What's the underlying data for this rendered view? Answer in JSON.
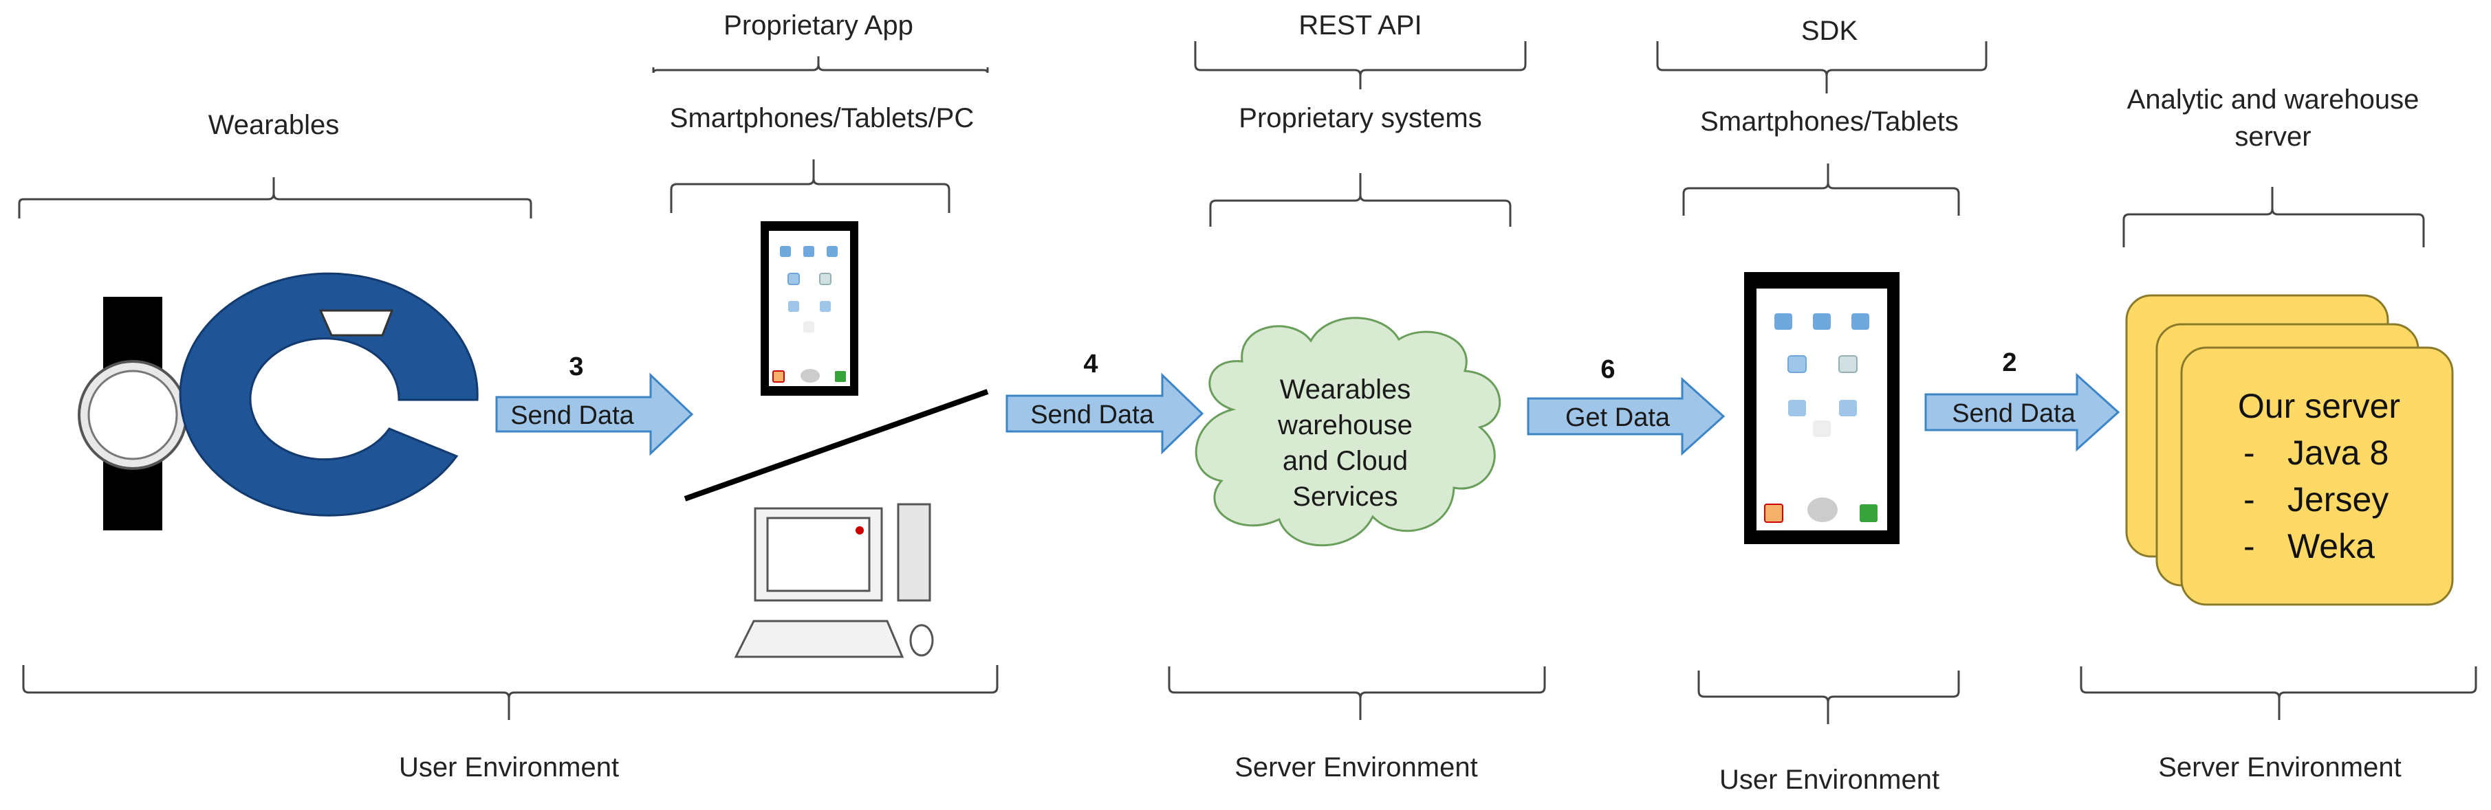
{
  "labels": {
    "wearables": "Wearables",
    "proprietary_app": "Proprietary App",
    "devices_pc": "Smartphones/Tablets/PC",
    "rest_api": "REST API",
    "proprietary_systems": "Proprietary systems",
    "sdk": "SDK",
    "devices_mobile": "Smartphones/Tablets",
    "analytic_line1": "Analytic and warehouse",
    "analytic_line2": "server",
    "user_env_1": "User Environment",
    "server_env_1": "Server Environment",
    "user_env_2": "User Environment",
    "server_env_2": "Server Environment"
  },
  "arrows": [
    {
      "number": "3",
      "label": "Send Data"
    },
    {
      "number": "4",
      "label": "Send Data"
    },
    {
      "number": "6",
      "label": "Get Data"
    },
    {
      "number": "2",
      "label": "Send Data"
    }
  ],
  "cloud": {
    "lines": [
      "Wearables",
      "warehouse",
      "and Cloud",
      "Services"
    ]
  },
  "server": {
    "title": "Our server",
    "items": [
      {
        "bullet": "-",
        "text": "Java 8"
      },
      {
        "bullet": "-",
        "text": "Jersey"
      },
      {
        "bullet": "-",
        "text": "Weka"
      }
    ]
  },
  "colors": {
    "arrow_fill": "#9fc5e8",
    "arrow_stroke": "#3d85c6",
    "cloud_fill": "#d9ead3",
    "server_fill": "#ffd966",
    "ring_fill": "#1f5496",
    "phone_body": "#000000",
    "app_icon_blue": "#6fa8dc"
  }
}
